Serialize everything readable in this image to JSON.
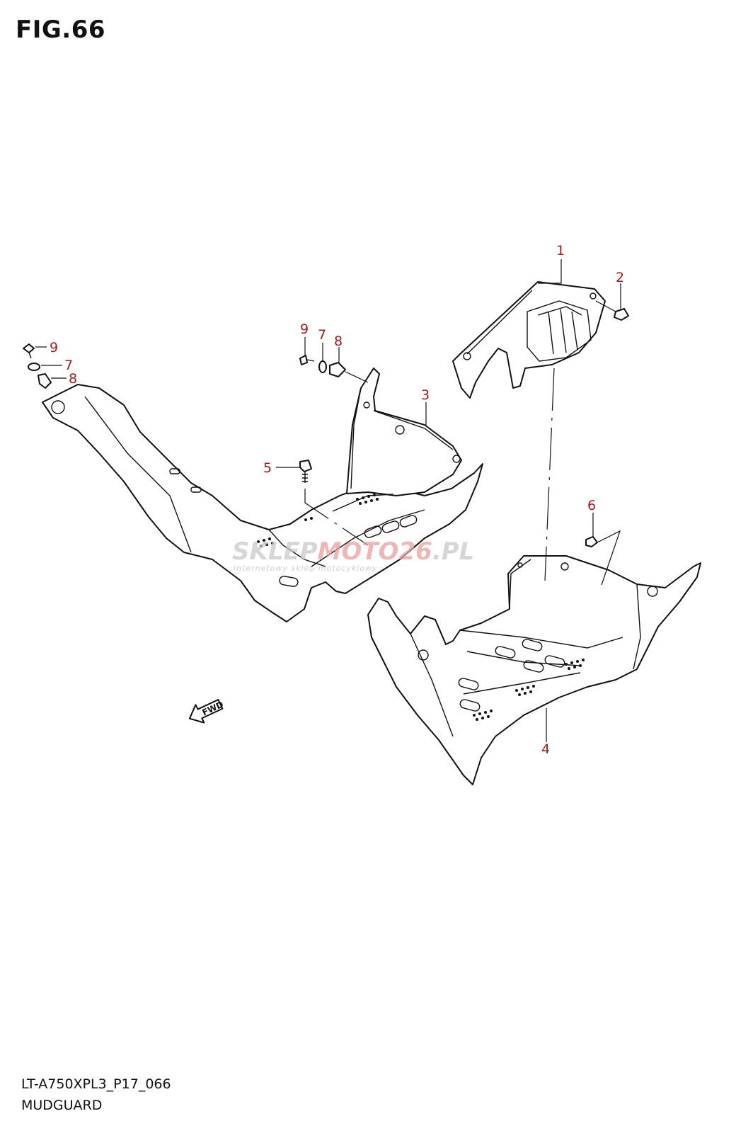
{
  "figure_title": "FIG.66",
  "model_code": "LT-A750XPL3_P17_066",
  "section_name": "MUDGUARD",
  "callouts": [
    "1",
    "2",
    "3",
    "4",
    "5",
    "6",
    "7",
    "8",
    "9"
  ],
  "callouts_left": {
    "nine": "9",
    "seven": "7",
    "eight": "8"
  },
  "watermark": {
    "brand_a": "SKLEP",
    "brand_b": "MOTO",
    "brand_c": "26",
    "brand_d": ".PL",
    "tagline": "internetowy sklep motocyklowy"
  },
  "direction_label": "FWD",
  "colors": {
    "callout": "#9b1c1c",
    "line": "#111111",
    "watermark": "#c9c9c9"
  }
}
